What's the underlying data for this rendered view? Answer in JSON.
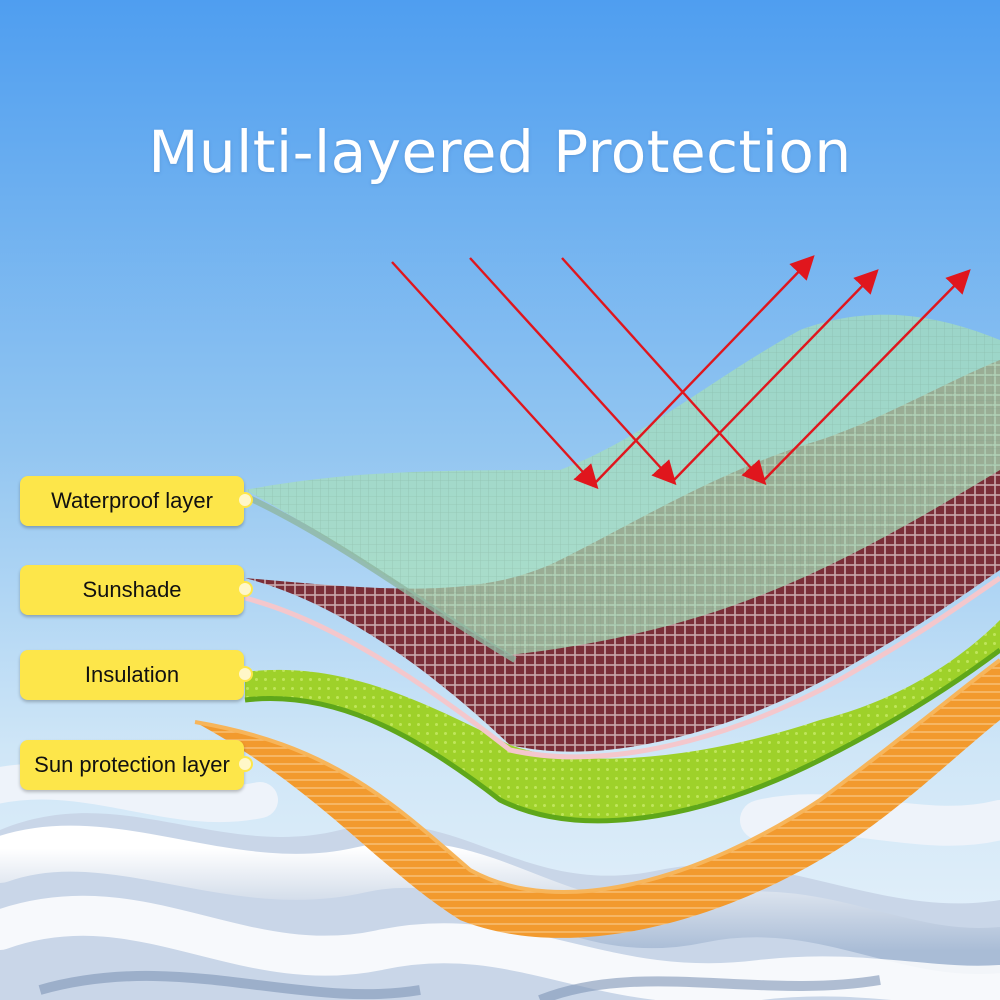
{
  "title": "Multi-layered Protection",
  "layers": [
    {
      "name": "Waterproof layer",
      "color": "#a6dfba"
    },
    {
      "name": "Sunshade",
      "color": "#7b2e38"
    },
    {
      "name": "Insulation",
      "color": "#9ed12a"
    },
    {
      "name": "Sun protection layer",
      "color": "#f29a2e"
    }
  ],
  "colors": {
    "sky_top": "#4f9ef0",
    "sky_bottom": "#d7ebf8",
    "label_bg": "#fde64a",
    "arrow": "#e0161d"
  }
}
